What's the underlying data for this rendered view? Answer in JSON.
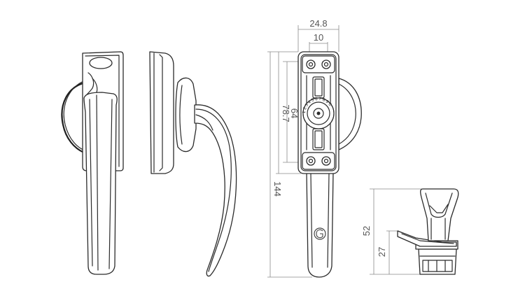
{
  "dimensions": {
    "width_overall": "24.8",
    "width_inner": "10",
    "height_64": "64",
    "height_78": "78.7",
    "height_144": "144",
    "height_52": "52",
    "height_27": "27"
  },
  "dial_digits": "1 2 3 4 5 6 7 8 9 0",
  "colors": {
    "line": "#2b2b2b",
    "dimension": "#8a8a8a",
    "background": "#ffffff"
  },
  "icons": {
    "logo": "brand-logo-icon"
  }
}
